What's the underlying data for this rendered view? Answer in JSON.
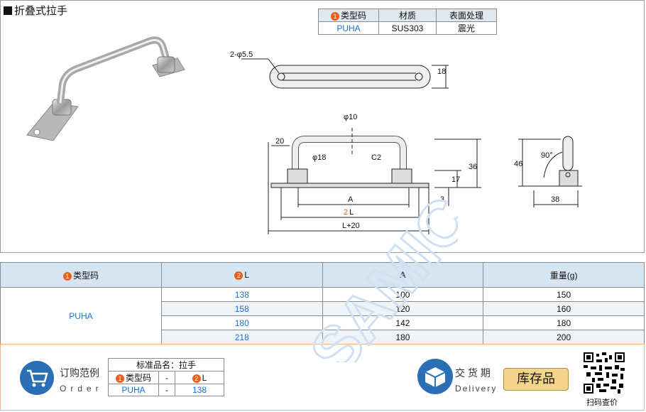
{
  "title": "折叠式拉手",
  "spec_table": {
    "headers": [
      "类型码",
      "材质",
      "表面处理"
    ],
    "num_badge": "1",
    "row": [
      "PUHA",
      "SUS303",
      "震光"
    ]
  },
  "drawing_labels": {
    "hole": "2-φ5.5",
    "dim18": "18",
    "phi10": "φ10",
    "dim20": "20",
    "phi18": "φ18",
    "c2": "C2",
    "dim36": "36",
    "dim17": "17",
    "dim3": "3",
    "a": "A",
    "l": "L",
    "l_badge": "2",
    "l20": "L+20",
    "dim46": "46",
    "angle": "90°",
    "dim38": "38"
  },
  "dim_table": {
    "headers": [
      {
        "badge": "1",
        "text": "类型码"
      },
      {
        "badge": "2",
        "text": "L"
      },
      {
        "badge": "",
        "text": "A"
      },
      {
        "badge": "",
        "text": "重量(g)"
      }
    ],
    "type_code": "PUHA",
    "rows": [
      [
        "138",
        "100",
        "150"
      ],
      [
        "158",
        "120",
        "160"
      ],
      [
        "180",
        "142",
        "180"
      ],
      [
        "218",
        "180",
        "200"
      ]
    ]
  },
  "order": {
    "cn": "订购范例",
    "en": "Order",
    "std_title": "标准品名：拉手",
    "h1_badge": "1",
    "h1": "类型码",
    "h2_badge": "2",
    "h2": "L",
    "dash": "-",
    "v1": "PUHA",
    "v2": "138"
  },
  "delivery": {
    "cn": "交 货 期",
    "en": "Delivery",
    "stock": "库存品"
  },
  "qr_label": "扫码查价",
  "watermark": "SAMIC",
  "colors": {
    "accent": "#1a73d6",
    "badge": "#e8601a",
    "header_bg": "#d6e5f2",
    "stock_bg": "#f3d48a"
  }
}
